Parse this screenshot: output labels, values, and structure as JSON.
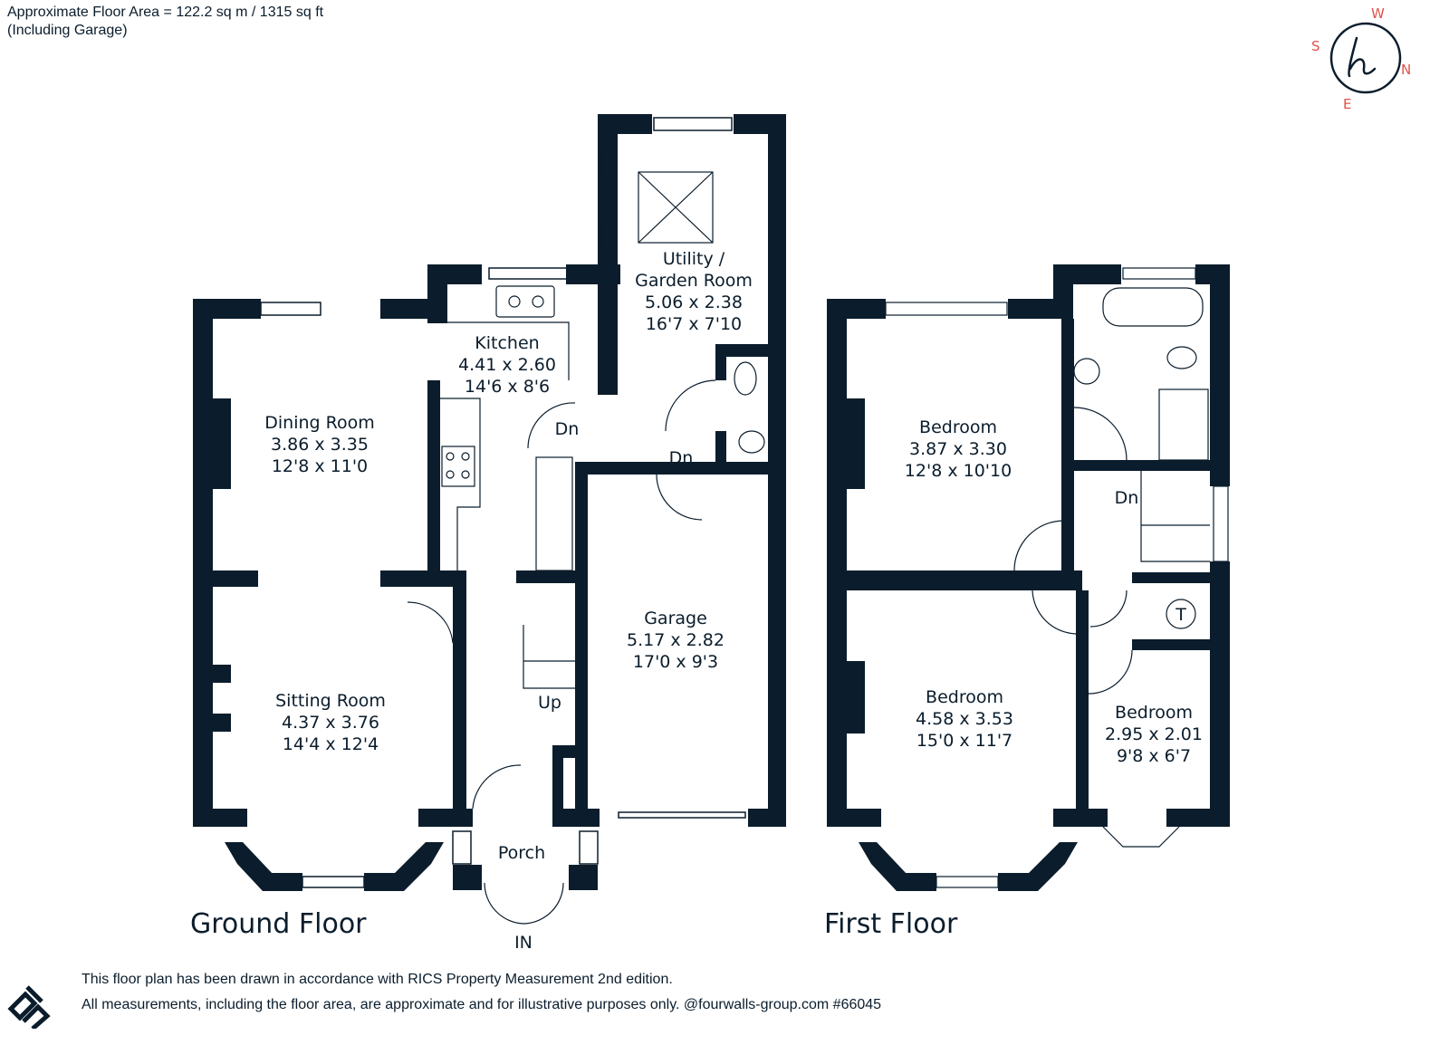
{
  "header": {
    "area_line": "Approximate Floor Area = 122.2 sq m / 1315 sq ft",
    "garage_note": "(Including Garage)"
  },
  "compass": {
    "w": "W",
    "s": "S",
    "n": "N",
    "e": "E",
    "accent": "#e0524a"
  },
  "colors": {
    "wall": "#0b1d2c",
    "text": "#0b1d2c"
  },
  "ground_floor": {
    "label": "Ground Floor",
    "rooms": {
      "utility": {
        "name1": "Utility /",
        "name2": "Garden Room",
        "metric": "5.06 x 2.38",
        "imperial": "16'7 x 7'10"
      },
      "kitchen": {
        "name": "Kitchen",
        "metric": "4.41 x 2.60",
        "imperial": "14'6 x 8'6"
      },
      "dining": {
        "name": "Dining Room",
        "metric": "3.86 x 3.35",
        "imperial": "12'8 x 11'0"
      },
      "sitting": {
        "name": "Sitting Room",
        "metric": "4.37 x 3.76",
        "imperial": "14'4 x 12'4"
      },
      "garage": {
        "name": "Garage",
        "metric": "5.17 x 2.82",
        "imperial": "17'0 x 9'3"
      },
      "porch": {
        "name": "Porch"
      }
    },
    "stairs": {
      "dn1": "Dn",
      "dn2": "Dn",
      "up": "Up"
    },
    "entrance": "IN"
  },
  "first_floor": {
    "label": "First Floor",
    "rooms": {
      "bed1": {
        "name": "Bedroom",
        "metric": "3.87 x 3.30",
        "imperial": "12'8 x 10'10"
      },
      "bed2": {
        "name": "Bedroom",
        "metric": "4.58 x 3.53",
        "imperial": "15'0 x 11'7"
      },
      "bed3": {
        "name": "Bedroom",
        "metric": "2.95 x 2.01",
        "imperial": "9'8 x 6'7"
      }
    },
    "stairs": {
      "dn": "Dn"
    },
    "tank": "T"
  },
  "footer": {
    "line1": "This floor plan has been drawn in accordance with RICS Property Measurement 2nd edition.",
    "line2": "All measurements, including the floor area, are approximate and for illustrative purposes only. @fourwalls-group.com #66045"
  }
}
